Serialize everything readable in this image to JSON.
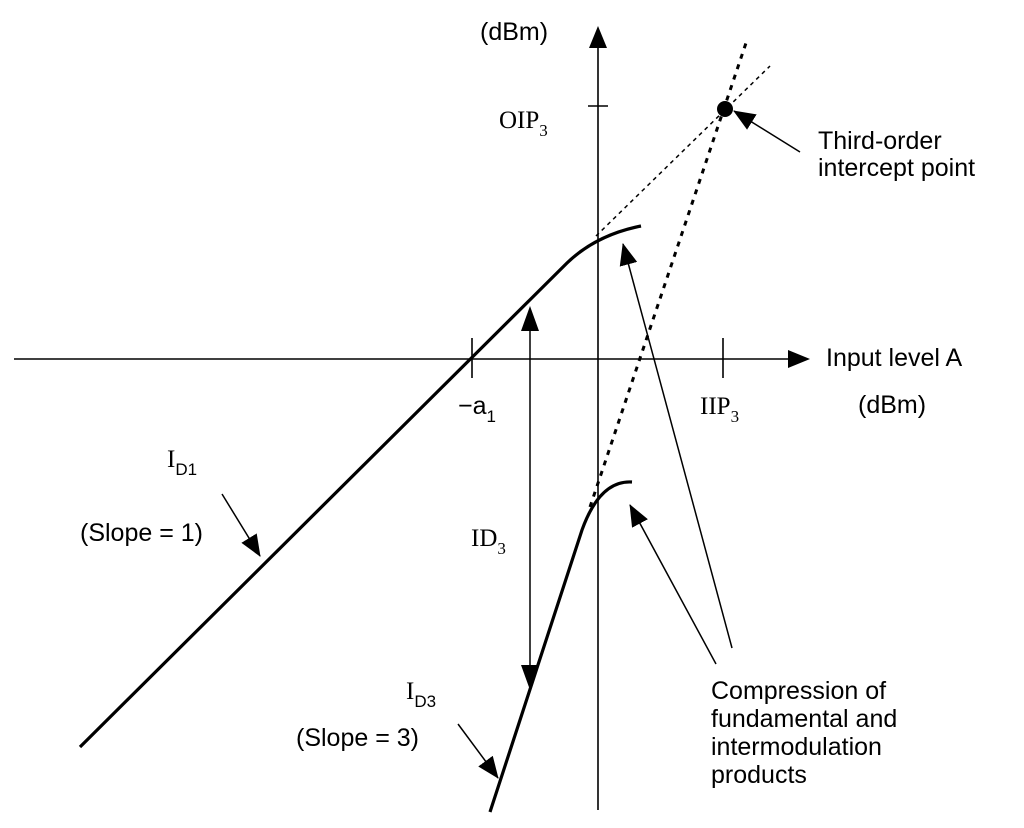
{
  "axes": {
    "y_unit": "(dBm)",
    "x_title": "Input level A",
    "x_unit": "(dBm)"
  },
  "ticks": {
    "oip3_main": "OIP",
    "oip3_sub": "3",
    "iip3_main": "IIP",
    "iip3_sub": "3",
    "a1_main": "−a",
    "a1_sub": "1"
  },
  "curves": {
    "id1_main": "I",
    "id1_sub": "D1",
    "id1_slope": "(Slope = 1)",
    "id3_main": "I",
    "id3_sub": "D3",
    "id3_slope": "(Slope = 3)"
  },
  "annotations": {
    "gap_main": "ID",
    "gap_sub": "3",
    "intercept_line1": "Third-order",
    "intercept_line2": "intercept point",
    "compression_line1": "Compression of",
    "compression_line2": "fundamental and",
    "compression_line3": "intermodulation",
    "compression_line4": "products"
  }
}
